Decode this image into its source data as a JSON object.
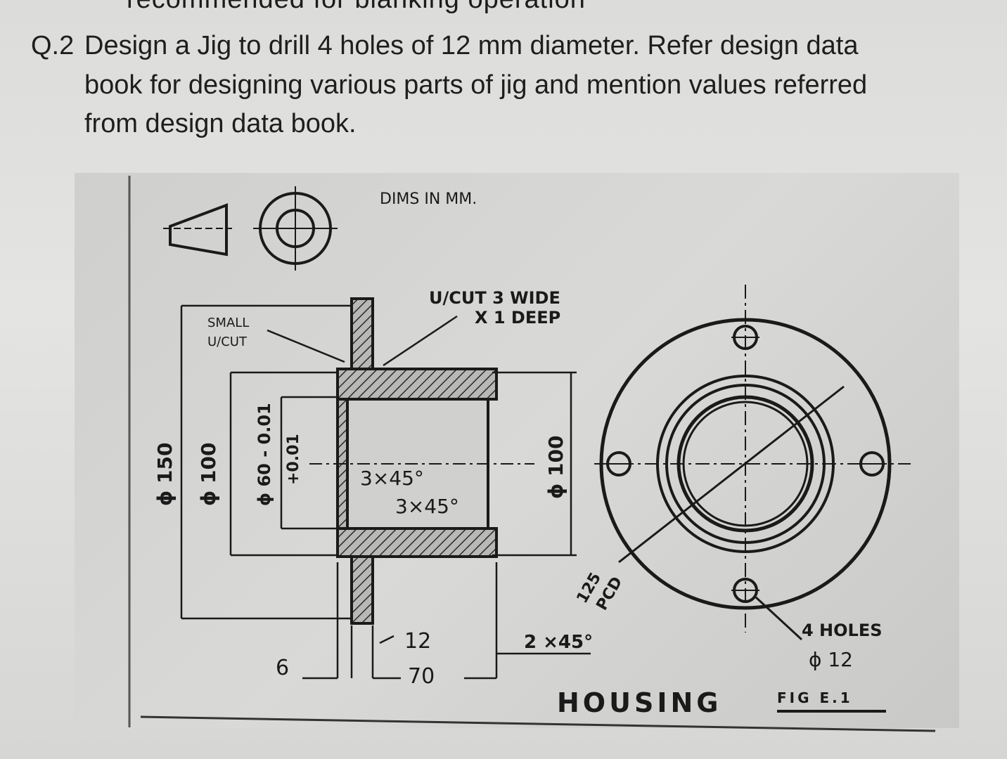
{
  "header_cut_text": "recommended for blanking operation",
  "question": {
    "number": "Q.2",
    "lines": [
      "Design a Jig to drill 4 holes of 12 mm diameter. Refer design data",
      "book for designing various parts of jig and mention values referred",
      "from design data book."
    ]
  },
  "figure": {
    "dims_note": "DIMS IN MM.",
    "ucut_label_1": "U/CUT 3 WIDE",
    "ucut_label_2": "X 1 DEEP",
    "small_ucut_1": "SMALL",
    "small_ucut_2": "U/CUT",
    "dim_150": "ϕ 150",
    "dim_100": "ϕ 100",
    "dim_60": "ϕ 60 - 0.01",
    "dim_60_tol": "+0.01",
    "chamfer_1": "3×45°",
    "chamfer_2": "3×45°",
    "dim_100_right": "ϕ 100",
    "pcd_1": "125",
    "pcd_2": "PCD",
    "dim_12": "12",
    "dim_6": "6",
    "dim_70": "70",
    "chamfer_3": "2 ×45°",
    "holes_1": "4 HOLES",
    "holes_2": "ϕ 12",
    "title": "HOUSING",
    "fig_label": "FIG E.1"
  }
}
